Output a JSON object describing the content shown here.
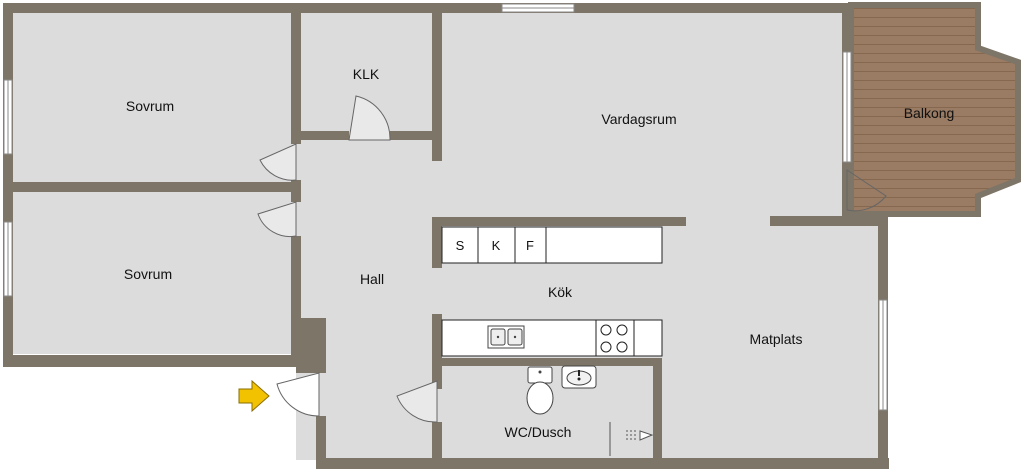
{
  "colors": {
    "wall": "#7d7567",
    "floor": "#dcdcdc",
    "balcony": "#9a7b63",
    "balcony_lines": "#86684f",
    "window": "#ffffff",
    "counter": "#ffffff",
    "entry_arrow": "#f2c200"
  },
  "rooms": {
    "sovrum_1": "Sovrum",
    "sovrum_2": "Sovrum",
    "klk": "KLK",
    "vardagsrum": "Vardagsrum",
    "balkong": "Balkong",
    "hall": "Hall",
    "kok": "Kök",
    "matplats": "Matplats",
    "wc_dusch": "WC/Dusch"
  },
  "appliances": {
    "s": "S",
    "k": "K",
    "f": "F"
  },
  "icons": {
    "entry": "entry-arrow-icon",
    "sink": "kitchen-sink-icon",
    "stove": "stove-icon",
    "toilet": "toilet-icon",
    "washbasin": "washbasin-icon",
    "shower": "shower-icon"
  }
}
